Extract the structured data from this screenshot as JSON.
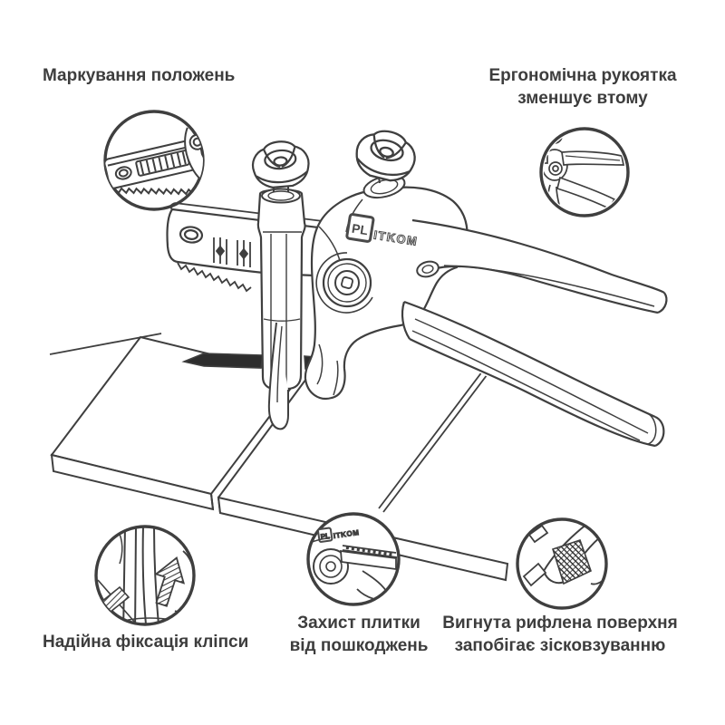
{
  "page": {
    "background": "#ffffff"
  },
  "colors": {
    "line": "#3f3f3f",
    "text": "#3d3d3d",
    "dark_fill": "#2d2d2d"
  },
  "logo": {
    "pl": "PL",
    "rest": "ITKOM"
  },
  "annotations": {
    "top_left": {
      "line1": "Маркування положень",
      "line2": ""
    },
    "top_right": {
      "line1": "Ергономічна рукоятка",
      "line2": "зменшує втому"
    },
    "bottom_left": {
      "line1": "Надійна фіксація кліпси",
      "line2": ""
    },
    "bottom_center": {
      "line1": "Захист плитки",
      "line2": "від пошкоджень"
    },
    "bottom_right": {
      "line1": "Вигнута рифлена поверхня",
      "line2": "запобігає зісковзуванню"
    }
  }
}
